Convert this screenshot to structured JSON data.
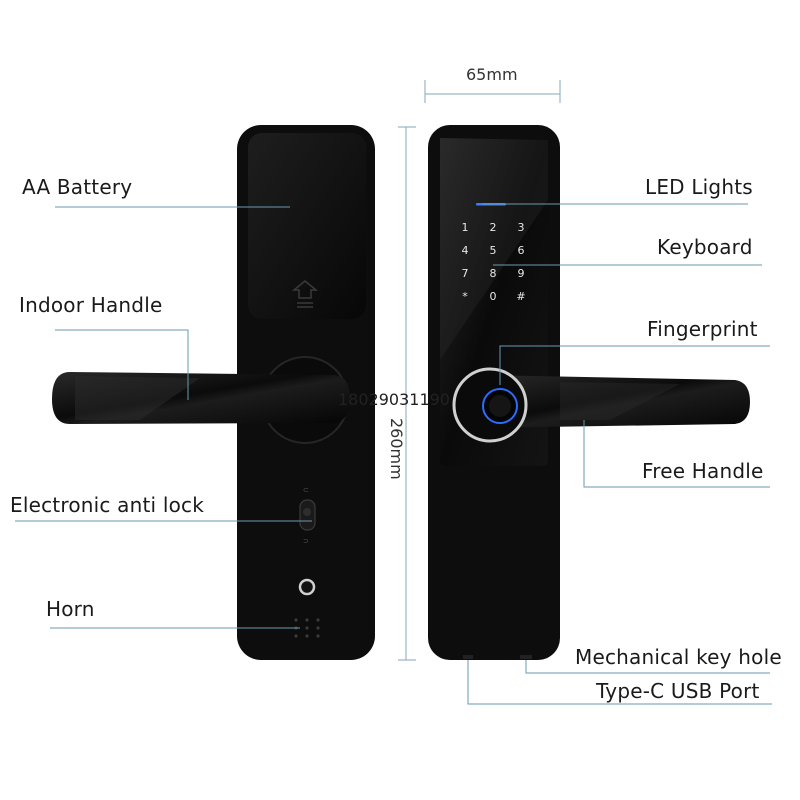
{
  "dimensions": {
    "width_label": "65mm",
    "height_label": "260mm"
  },
  "labels": {
    "aa_battery": "AA Battery",
    "indoor_handle": "Indoor Handle",
    "electronic_anti_lock": "Electronic anti lock",
    "horn": "Horn",
    "led_lights": "LED Lights",
    "keyboard": "Keyboard",
    "fingerprint": "Fingerprint",
    "free_handle": "Free Handle",
    "mechanical_key_hole": "Mechanical key hole",
    "type_c_usb_port": "Type-C USB Port"
  },
  "keypad": [
    "1",
    "2",
    "3",
    "4",
    "5",
    "6",
    "7",
    "8",
    "9",
    "*",
    "0",
    "#"
  ],
  "watermark": "18029031190",
  "colors": {
    "leader_line": "#6a9ab0",
    "dimension_line": "#9bb6c4",
    "lock_body": "#111111",
    "fingerprint_ring": "#2b6cff"
  }
}
